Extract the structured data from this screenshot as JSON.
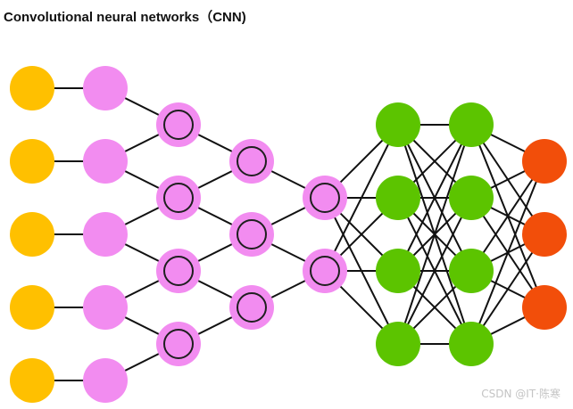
{
  "title": "Convolutional neural networks（CNN)",
  "watermark": "CSDN @IT·陈寒",
  "colors": {
    "input": "#FFC000",
    "hidden": "#F28CF0",
    "conv_ring": "#1F1F1F",
    "dense": "#5CC400",
    "output": "#F24E0A",
    "edge": "#111111"
  },
  "layers": [
    {
      "name": "input-layer",
      "kind": "input",
      "nodes": 5
    },
    {
      "name": "hidden-layer-1",
      "kind": "hidden",
      "nodes": 5
    },
    {
      "name": "conv-layer-1",
      "kind": "conv",
      "nodes": 4
    },
    {
      "name": "conv-layer-2",
      "kind": "conv",
      "nodes": 3
    },
    {
      "name": "conv-layer-3",
      "kind": "conv",
      "nodes": 2
    },
    {
      "name": "dense-layer-1",
      "kind": "dense",
      "nodes": 4
    },
    {
      "name": "dense-layer-2",
      "kind": "dense",
      "nodes": 4
    },
    {
      "name": "output-layer",
      "kind": "output",
      "nodes": 3
    }
  ],
  "connections": [
    {
      "from": 0,
      "to": 1,
      "pattern": "neighbors"
    },
    {
      "from": 1,
      "to": 2,
      "pattern": "neighbors"
    },
    {
      "from": 2,
      "to": 3,
      "pattern": "neighbors"
    },
    {
      "from": 3,
      "to": 4,
      "pattern": "neighbors"
    },
    {
      "from": 4,
      "to": 5,
      "pattern": "full"
    },
    {
      "from": 5,
      "to": 6,
      "pattern": "full"
    },
    {
      "from": 6,
      "to": 7,
      "pattern": "full"
    }
  ]
}
